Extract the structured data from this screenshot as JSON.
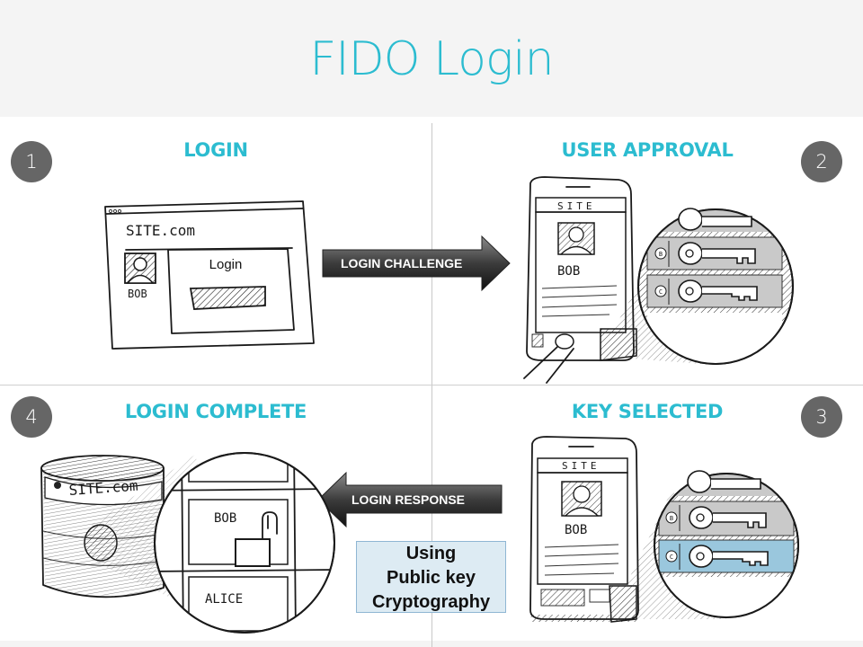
{
  "header": {
    "title": "FIDO Login"
  },
  "steps": [
    {
      "number": "1",
      "title": "LOGIN"
    },
    {
      "number": "2",
      "title": "USER APPROVAL"
    },
    {
      "number": "3",
      "title": "KEY SELECTED"
    },
    {
      "number": "4",
      "title": "LOGIN COMPLETE"
    }
  ],
  "arrows": {
    "challenge": "LOGIN CHALLENGE",
    "response": "LOGIN RESPONSE"
  },
  "crypto_note": {
    "line1": "Using",
    "line2": "Public key",
    "line3": "Cryptography"
  },
  "sketch_login": {
    "site": "SITE.com",
    "user": "BOB",
    "form_title": "Login"
  },
  "sketch_phone": {
    "site": "SITE",
    "user": "BOB",
    "key_labels": [
      "B",
      "C"
    ]
  },
  "sketch_server": {
    "site": "SITE.com",
    "lockers": [
      "BOB",
      "ALICE"
    ]
  },
  "colors": {
    "accent": "#2cbcd0",
    "badge": "#666666",
    "selected_key": "#9ac7dd",
    "key_row": "#c9c9c9",
    "note_bg": "#ddebf3"
  }
}
